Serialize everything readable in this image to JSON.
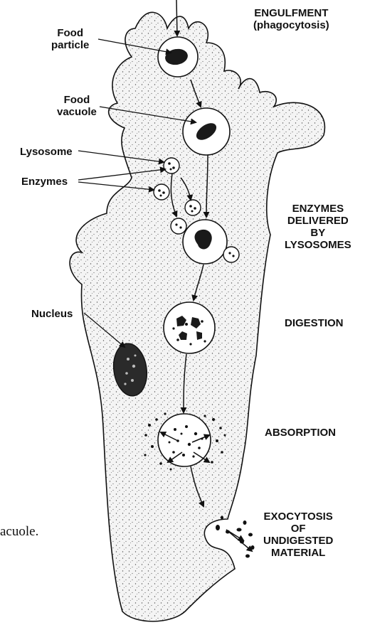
{
  "labels": {
    "food_particle": "Food\nparticle",
    "food_vacuole": "Food\nvacuole",
    "lysosome": "Lysosome",
    "enzymes": "Enzymes",
    "nucleus": "Nucleus",
    "engulfment": "ENGULFMENT\n(phagocytosis)",
    "enzymes_delivered": "ENZYMES\nDELIVERED\nBY\nLYSOSOMES",
    "digestion": "DIGESTION",
    "absorption": "ABSORPTION",
    "exocytosis": "EXOCYTOSIS\nOF\nUNDIGESTED\nMATERIAL"
  },
  "caption_fragment": "acuole.",
  "colors": {
    "ink": "#111111",
    "membrane_fill": "#f4f4f4",
    "nucleus": "#2a2a2a"
  }
}
